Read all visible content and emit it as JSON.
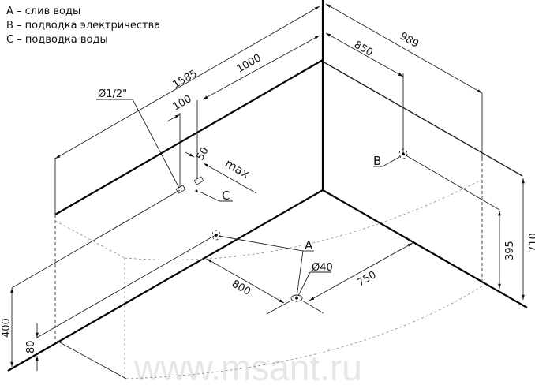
{
  "legend": [
    {
      "key": "A",
      "text": "A – слив воды"
    },
    {
      "key": "B",
      "text": "B – подводка электричества"
    },
    {
      "key": "C",
      "text": "C – подводка воды"
    }
  ],
  "labels": {
    "A": "A",
    "B": "B",
    "C": "C"
  },
  "dimensions": {
    "d1585": "1585",
    "d1000": "1000",
    "d100": "100",
    "d50": "50",
    "max": "max",
    "pipe": "Ø1/2\"",
    "d850": "850",
    "d989": "989",
    "d395": "395",
    "d710": "710",
    "d800": "800",
    "d750": "750",
    "d40": "Ø40",
    "d400": "400",
    "d80": "80"
  },
  "watermark": "www.msant.ru"
}
